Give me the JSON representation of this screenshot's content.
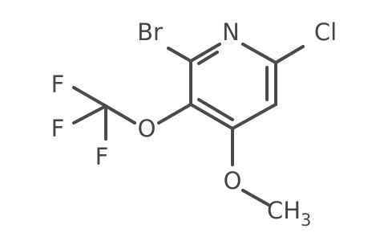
{
  "molecule": {
    "atoms": {
      "n": "N",
      "br": "Br",
      "cl": "Cl",
      "o_trifluoromethoxy": "O",
      "o_methoxy": "O",
      "f1": "F",
      "f2": "F",
      "f3": "F",
      "ch3_c": "CH",
      "ch3_sub": "3"
    }
  }
}
